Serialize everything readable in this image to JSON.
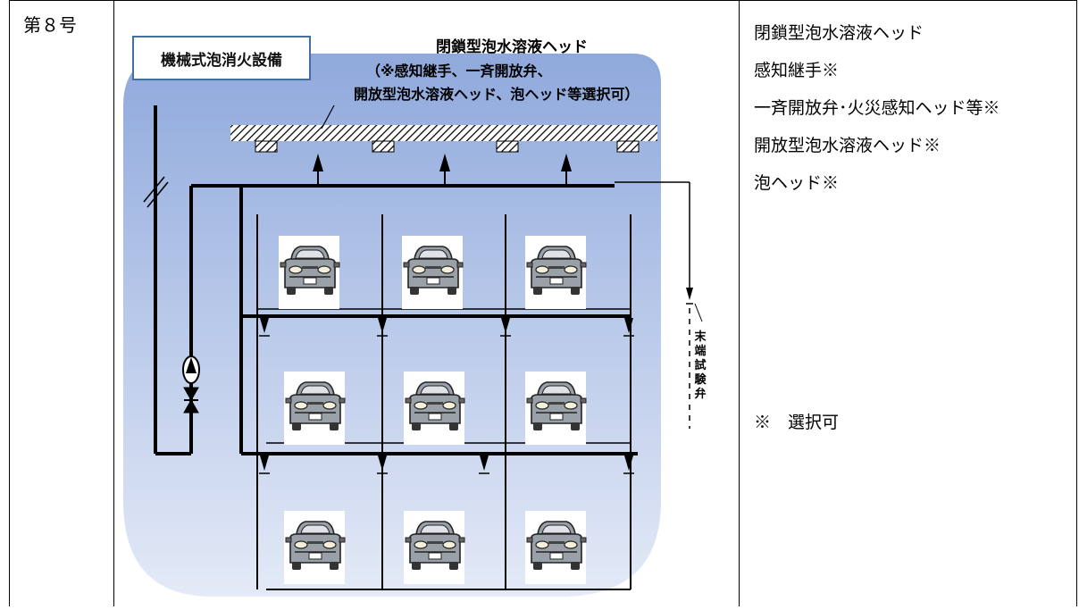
{
  "row_label": "第８号",
  "diagram": {
    "title_box": "機械式泡消火設備",
    "head_title": "閉鎖型泡水溶液ヘッド",
    "head_note_line1": "（※感知継手、一斉開放弁、",
    "head_note_line2": "開放型泡水溶液ヘッド、泡ヘッド等選択可）",
    "test_valve_label": "末端試験弁",
    "pallet_levels": 3,
    "cars_per_level": 3
  },
  "legend": {
    "items": [
      "閉鎖型泡水溶液ヘッド",
      "感知継手※",
      "一斉開放弁･火災感知ヘッド等※",
      "開放型泡水溶液ヘッド※",
      "泡ヘッド※"
    ],
    "note": "※　選択可"
  },
  "colors": {
    "background_gradient_top": "#8fa9dc",
    "background_gradient_bottom": "#e4eaf7",
    "label_border": "#41719c"
  }
}
